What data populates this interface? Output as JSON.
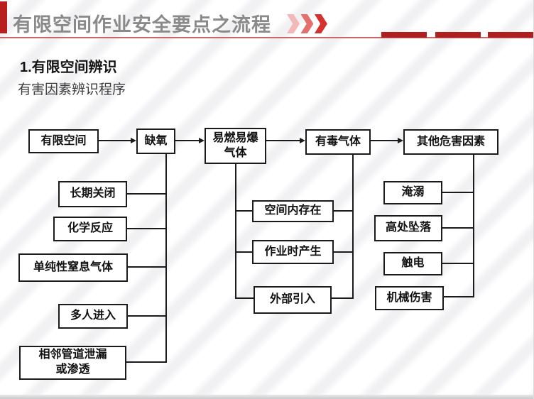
{
  "header": {
    "title": "有限空间作业安全要点之流程",
    "chevrons_icon": "triple-chevron-right-icon"
  },
  "section": {
    "heading": "1.有限空间辨识",
    "subheading": "有害因素辨识程序"
  },
  "flowchart": {
    "top_row": [
      "有限空间",
      "缺氧",
      "易燃易爆\n气体",
      "有毒气体",
      "其他危害因素"
    ],
    "oxygen_causes": [
      "长期关闭",
      "化学反应",
      "单纯性窒息气体",
      "多人进入",
      "相邻管道泄漏\n或渗透"
    ],
    "gas_sources": [
      "空间内存在",
      "作业时产生",
      "外部引入"
    ],
    "other_hazards": [
      "淹溺",
      "高处坠落",
      "触电",
      "机械伤害"
    ]
  },
  "colors": {
    "accent_red": "#b7201f",
    "segment_red": "#b01f1f",
    "underline_red": "#cc6666",
    "chevron_reds": [
      "#f3b9b8",
      "#e4706d",
      "#d5312e"
    ],
    "title_gray": "#8a8a8a",
    "node_border": "#1b1b1b"
  }
}
